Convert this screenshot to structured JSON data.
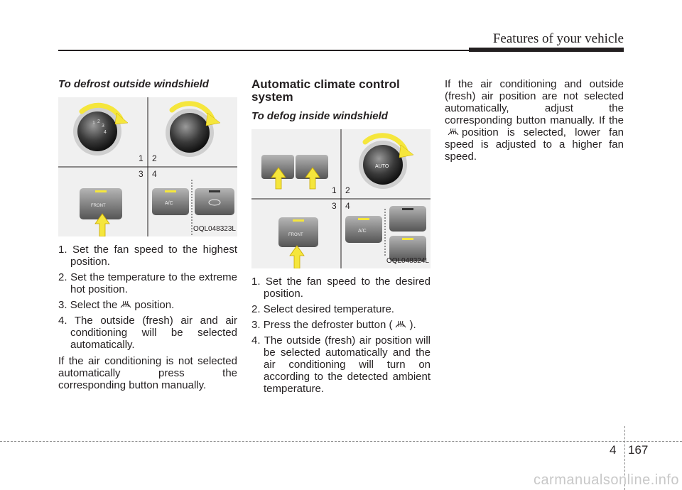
{
  "header": {
    "title": "Features of your vehicle"
  },
  "col1": {
    "heading": "To defrost outside windshield",
    "figure": {
      "code": "OQL048323L",
      "labels": [
        "1",
        "2",
        "3",
        "4"
      ],
      "dial_numbers": [
        "1",
        "2",
        "3",
        "4"
      ],
      "button_front": "FRONT",
      "button_ac": "A/C"
    },
    "steps": [
      {
        "num": "1.",
        "text": "Set the fan speed to the highest position."
      },
      {
        "num": "2.",
        "text": "Set the temperature to the extreme hot position."
      },
      {
        "num": "3.",
        "pre": "Select the",
        "post": "position."
      },
      {
        "num": "4.",
        "text": "The outside (fresh) air and air conditioning will be selected automatically."
      }
    ],
    "para": "If the air conditioning is not selected automatically press the corresponding button manually."
  },
  "col2": {
    "heading": "Automatic climate control system",
    "subheading": "To defog inside windshield",
    "figure": {
      "code": "OQL048324L",
      "labels": [
        "1",
        "2",
        "3",
        "4"
      ],
      "auto": "AUTO",
      "button_front": "FRONT",
      "button_ac": "A/C"
    },
    "steps": [
      {
        "num": "1.",
        "text": "Set the fan speed to the desired position."
      },
      {
        "num": "2.",
        "text": "Select desired temperature."
      },
      {
        "num": "3.",
        "pre": "Press the defroster button (",
        "post": ")."
      },
      {
        "num": "4.",
        "text": "The outside (fresh) air position will be selected automatically and the air conditioning will turn on according to the detected ambient temperature."
      }
    ]
  },
  "col3": {
    "para_pre": "If the air conditioning and outside (fresh) air position are not selected automatically, adjust the corresponding button manually. If the",
    "para_post": "position is selected, lower fan speed is adjusted to a higher fan speed."
  },
  "footer": {
    "section": "4",
    "page": "167",
    "watermark": "carmanualsonline.info"
  },
  "colors": {
    "arrow": "#f5e63c",
    "dial": "#3a3a3a",
    "panel": "#f0f0f0",
    "text": "#231f20"
  }
}
